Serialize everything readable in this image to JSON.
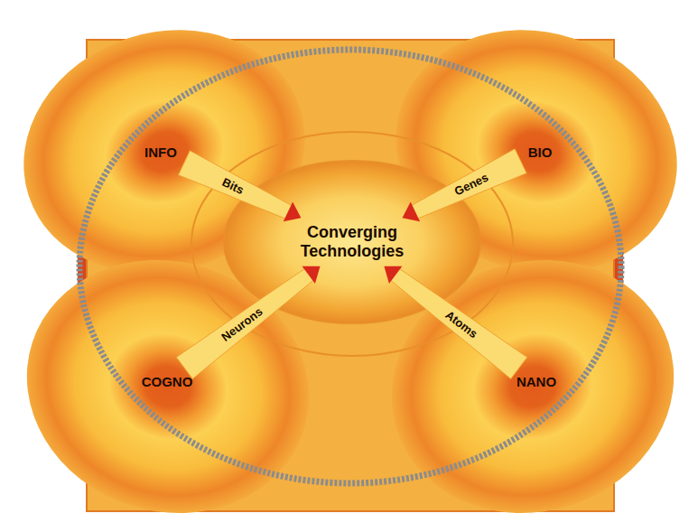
{
  "diagram": {
    "nodes": [
      {
        "text": [
          "INFO"
        ]
      },
      {
        "text": [
          "BIO"
        ]
      },
      {
        "text": [
          "Converging Technologies"
        ]
      },
      {
        "text": [
          "COGNO"
        ]
      },
      {
        "text": [
          "NANO"
        ]
      }
    ],
    "edges": [
      {
        "from": 0,
        "to": 2,
        "label": "Bits",
        "arrow": "to"
      },
      {
        "from": 1,
        "to": 2,
        "label": "Genes",
        "arrow": "to"
      },
      {
        "from": 3,
        "to": 2,
        "label": "Neurons",
        "arrow": "to"
      },
      {
        "from": 4,
        "to": 2,
        "label": "Atoms",
        "arrow": "to"
      }
    ]
  }
}
